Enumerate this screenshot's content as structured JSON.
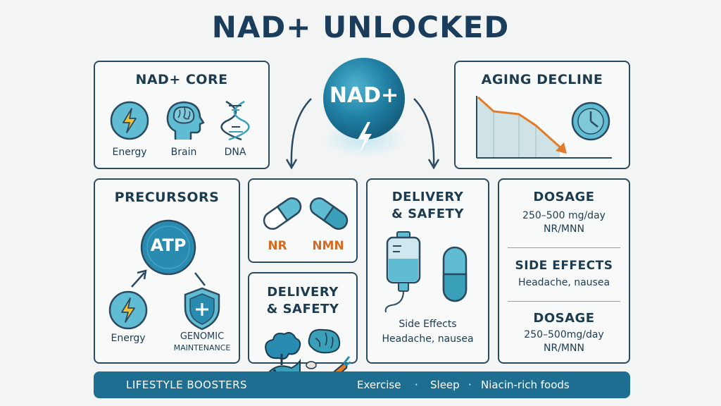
{
  "title": "NAD+ UNLOCKED",
  "center_badge": "NAD+",
  "core": {
    "title": "NAD+ CORE",
    "labels": [
      "Energy",
      "Brain",
      "DNA"
    ]
  },
  "aging": {
    "title": "AGING DECLINE"
  },
  "precursors": {
    "title": "PRECURSORS",
    "atp": "ATP",
    "labels": [
      "Energy",
      "GENOMIC",
      "MAINTENANCE"
    ]
  },
  "nr_nmn": {
    "labels": [
      "NR",
      "NMN"
    ]
  },
  "delivery_small": {
    "title_lines": [
      "DELIVERY",
      "& SAFETY"
    ]
  },
  "delivery_big": {
    "title_lines": [
      "DELIVERY",
      "& SAFETY"
    ],
    "side_effects": "Side Effects",
    "side_effects_detail": "Headache, nausea"
  },
  "dosage": {
    "title1": "DOSAGE",
    "dose1": "250–500 mg/day",
    "form1": "NR/MNN",
    "side_title": "SIDE EFFECTS",
    "side_detail": "Headache, nausea",
    "title2": "DOSAGE",
    "dose2": "250–500mg/day",
    "form2": "NR/MNN"
  },
  "banner": {
    "title": "LIFESTYLE BOOSTERS",
    "items": [
      "Exercise",
      "·",
      "Sleep",
      "·",
      "Niacin-rich foods"
    ]
  },
  "colors": {
    "navy": "#1b3d5c",
    "teal": "#3a9fb9",
    "teal_light": "#5fbcd2",
    "orange": "#d56a21",
    "banner": "#1e6e92"
  }
}
